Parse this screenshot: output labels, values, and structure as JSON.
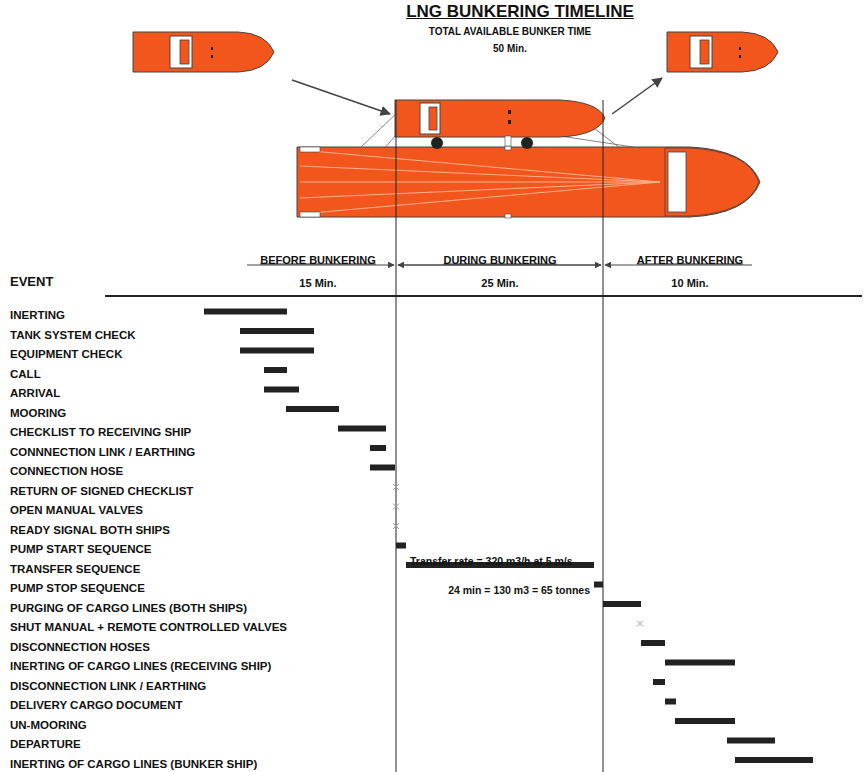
{
  "diagram": {
    "title": "LNG BUNKERING TIMELINE",
    "labels": [
      "TOTAL AVAILABLE BUNKER TIME",
      "50 Min.",
      "BEFORE BUNKERING",
      "15 Min.",
      "DURING BUNKERING",
      "25 Min.",
      "AFTER BUNKERING",
      "10 Min.",
      "EVENT",
      "INERTING",
      "TANK SYSTEM CHECK",
      "EQUIPMENT CHECK",
      "CALL",
      "ARRIVAL",
      "MOORING",
      "CHECKLIST TO RECEIVING SHIP",
      "CONNNECTION LINK / EARTHING",
      "CONNECTION HOSE",
      "RETURN OF SIGNED CHECKLIST",
      "OPEN MANUAL VALVES",
      "READY SIGNAL BOTH SHIPS",
      "PUMP START SEQUENCE",
      "TRANSFER SEQUENCE",
      "PUMP STOP SEQUENCE",
      "PURGING OF CARGO LINES (BOTH SHIPS)",
      "SHUT MANUAL + REMOTE CONTROLLED VALVES",
      "DISCONNECTION HOSES",
      "INERTING OF CARGO LINES (RECEIVING SHIP)",
      "DISCONNECTION LINK / EARTHING",
      "DELIVERY CARGO DOCUMENT",
      "UN-MOORING",
      "DEPARTURE",
      "INERTING OF CARGO LINES (BUNKER SHIP)",
      "Transfer rate = 320 m3/h at 5 m/s",
      "24 min = 130 m3 = 65 tonnes"
    ]
  }
}
